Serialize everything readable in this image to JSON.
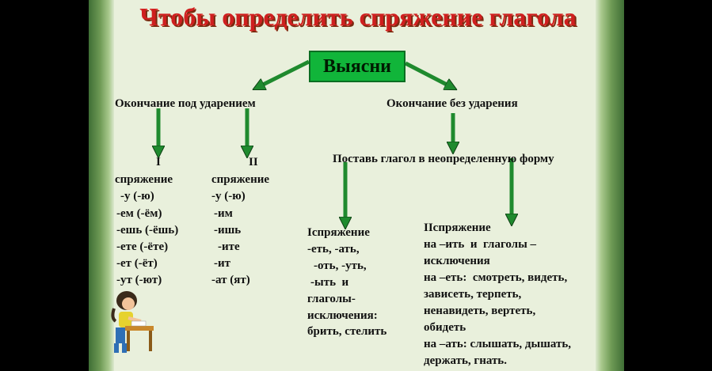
{
  "title": "Чтобы определить спряжение глагола",
  "root": "Выясни",
  "branches": {
    "stressed": "Окончание под ударением",
    "unstressed": "Окончание без ударения"
  },
  "stressed": {
    "first": {
      "numeral": "I",
      "label": "спряжение",
      "endings": [
        "-у (-ю)",
        "-ем (-ём)",
        "-ешь (-ёшь)",
        "-ете (-ёте)",
        "-ет (-ёт)",
        "-ут (-ют)"
      ]
    },
    "second": {
      "numeral": "II",
      "label": "спряжение",
      "endings": [
        "-у (-ю)",
        "-им",
        "-ишь",
        "-ите",
        "-ит",
        "-ат (ят)"
      ]
    }
  },
  "unstressed": {
    "instruction": "Поставь глагол в неопределенную форму",
    "first": [
      "Iспряжение",
      "-еть, -ать,",
      "-оть, -уть,",
      "-ыть  и",
      "глаголы-",
      "исключения:",
      "брить, стелить"
    ],
    "second": [
      "IIспряжение",
      "на –ить  и  глаголы –",
      "исключения",
      "на –еть:  смотреть, видеть,",
      "зависеть, терпеть,",
      "ненавидеть, вертеть,",
      "обидеть",
      "на –ать: слышать, дышать,",
      "держать, гнать."
    ]
  },
  "colors": {
    "title": "#cf1f1f",
    "box": "#11b53a",
    "arrow": "#1f8a2e"
  }
}
